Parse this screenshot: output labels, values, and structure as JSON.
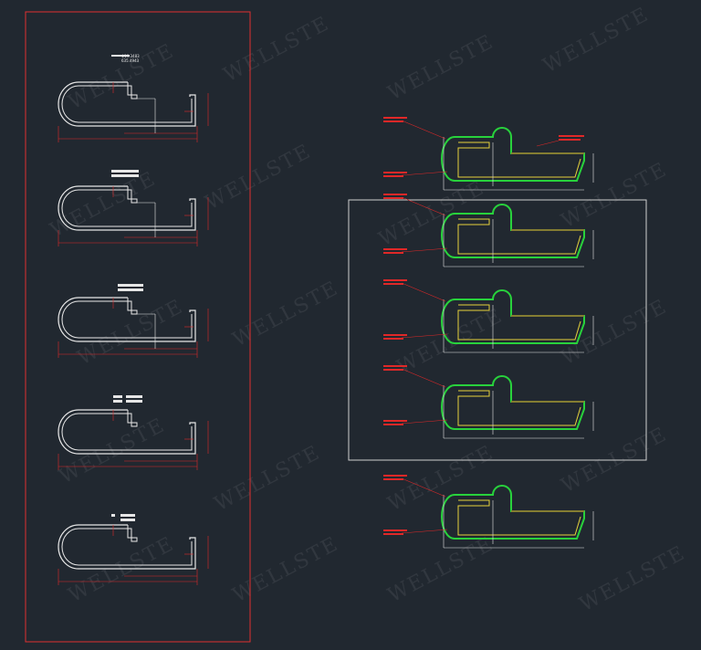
{
  "watermark": "WELLSTE",
  "stage1_label_a": "Φ19.3483",
  "stage1_label_b": "635.4943",
  "colors": {
    "background": "#212830",
    "profile_white": "#e6e6e6",
    "dimension_red": "#e02828",
    "profile_green": "#28d23c",
    "profile_yellow": "#e6d23c",
    "frame_red": "#e03030",
    "frame_white": "#cfcfcf"
  }
}
